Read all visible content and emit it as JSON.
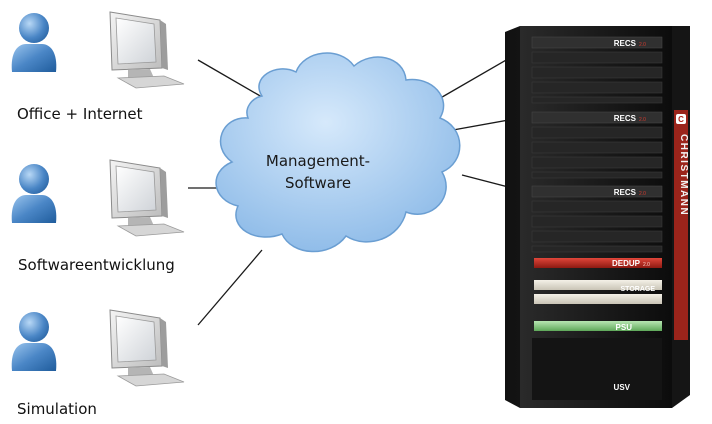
{
  "stations": [
    {
      "id": "office",
      "label": "Office + Internet",
      "icons": [
        "user-icon",
        "monitor-icon"
      ]
    },
    {
      "id": "software",
      "label": "Softwareentwicklung",
      "icons": [
        "user-icon",
        "monitor-icon"
      ]
    },
    {
      "id": "simulation",
      "label": "Simulation",
      "icons": [
        "user-icon",
        "monitor-icon"
      ]
    }
  ],
  "cloud": {
    "line1": "Management-",
    "line2": "Software",
    "icon": "cloud-icon"
  },
  "rack": {
    "brand": "CHRISTMANN",
    "modules": [
      {
        "id": "recs-1",
        "label": "RECS",
        "sublabel": "2.0"
      },
      {
        "id": "recs-2",
        "label": "RECS",
        "sublabel": "2.0"
      },
      {
        "id": "recs-3",
        "label": "RECS",
        "sublabel": "2.0"
      },
      {
        "id": "dedup",
        "label": "DEDUP",
        "sublabel": "2.0"
      },
      {
        "id": "storage",
        "label": "STORAGE",
        "sublabel": ""
      },
      {
        "id": "psu",
        "label": "PSU",
        "sublabel": ""
      },
      {
        "id": "usv",
        "label": "USV",
        "sublabel": ""
      }
    ],
    "colors": {
      "body": "#1a1a1a",
      "panel": "#262626",
      "dedup": "#c8281e",
      "storage": "#e6e2d8",
      "psu": "#8fd18a",
      "brand_stripe": "#b3271c"
    }
  },
  "colors": {
    "person_fill": "#4a86c6",
    "cloud_fill": "#a9cdf0",
    "cloud_stroke": "#6a9ed2",
    "line": "#1a1a1a"
  }
}
